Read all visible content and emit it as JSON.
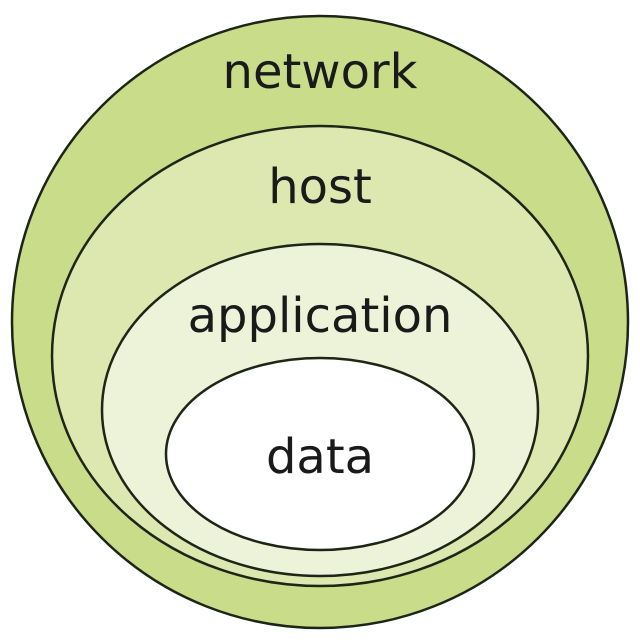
{
  "diagram": {
    "layers": [
      {
        "label": "network",
        "color": "#c9dc8a"
      },
      {
        "label": "host",
        "color": "#dce8b0"
      },
      {
        "label": "application",
        "color": "#ecf3d8"
      },
      {
        "label": "data",
        "color": "#ffffff"
      }
    ]
  }
}
